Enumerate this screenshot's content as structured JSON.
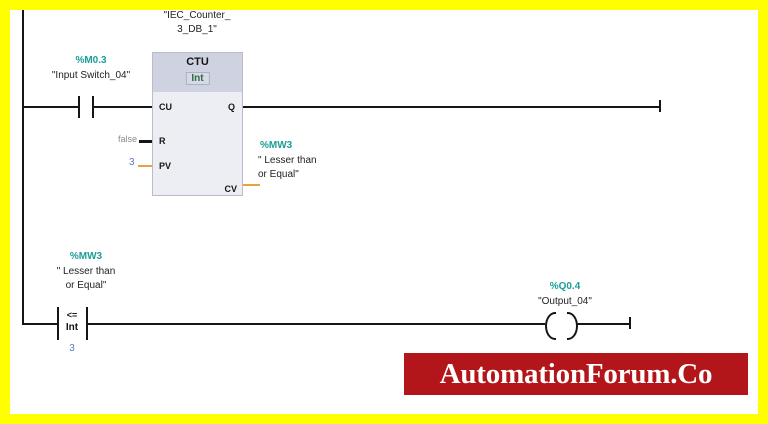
{
  "canvas": {
    "background": "#ffffff",
    "border_color": "#ffff00"
  },
  "network1": {
    "input_contact": {
      "address": "%M0.3",
      "symbol": "\"Input Switch_04\"",
      "type": "normally-open-contact"
    },
    "block": {
      "instance_db_line1": "\"IEC_Counter_",
      "instance_db_line2": "3_DB_1\"",
      "title": "CTU",
      "data_type": "Int",
      "inputs": [
        {
          "pin": "CU",
          "value": ""
        },
        {
          "pin": "R",
          "value": "false"
        },
        {
          "pin": "PV",
          "value": "3"
        }
      ],
      "outputs": [
        {
          "pin": "Q",
          "value": ""
        },
        {
          "pin": "CV",
          "value": ""
        }
      ]
    },
    "cv_tag": {
      "address": "%MW3",
      "symbol_line1": "\" Lesser than",
      "symbol_line2": "or Equal\""
    }
  },
  "network2": {
    "compare_contact": {
      "address": "%MW3",
      "symbol_line1": "\" Lesser than",
      "symbol_line2": "or Equal\"",
      "operator": "<=",
      "data_type": "Int",
      "compare_value": "3"
    },
    "output_coil": {
      "address": "%Q0.4",
      "symbol": "\"Output_04\"",
      "type": "output-coil"
    }
  },
  "watermark": {
    "text": "AutomationForum.Co",
    "background": "#b3161a",
    "text_color": "#ffffff"
  },
  "colors": {
    "tag_address": "#1a9e96",
    "constant": "#5b79c8",
    "false_value": "#8a8a8a",
    "wire": "#151515",
    "data_wire": "#e8a33d",
    "block_header": "#cfd2e1",
    "block_body": "#eceef4"
  }
}
